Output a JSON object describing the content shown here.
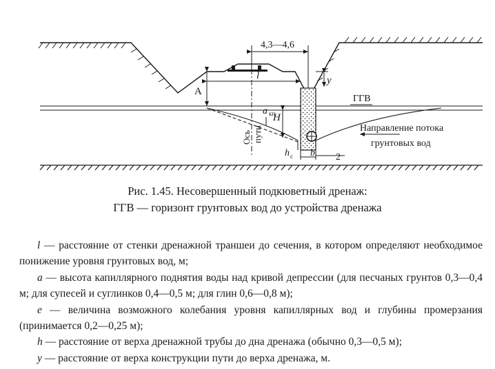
{
  "figure": {
    "dim_top": "4,3—4,6",
    "label_l": "l",
    "label_y": "y",
    "label_A": "A",
    "label_a": "a",
    "label_a_sub": "кп",
    "label_H": "H",
    "axis_word1": "Ось",
    "axis_word2": "пути",
    "label_h": "h",
    "label_h_sub": "c",
    "label_b": "b",
    "label_2": "2",
    "ggv": "ГГВ",
    "flow_line1": "Направление потока",
    "flow_line2": "грунтовых вод"
  },
  "caption": {
    "line1": "Рис. 1.45. Несовершенный подкюветный дренаж:",
    "line2": "ГГВ — горизонт грунтовых вод до устройства дренажа"
  },
  "legend": [
    {
      "symbol": "l",
      "text": " — расстояние от стенки дренажной траншеи до сечения, в котором опре­деляют необходимое понижение уровня грунтовых вод, м;"
    },
    {
      "symbol": "a",
      "text": " — высота капиллярного поднятия воды над кривой депрессии (для песча­ных грунтов 0,3—0,4 м; для супесей и суглинков 0,4—0,5 м; для глин 0,6—0,8 м);"
    },
    {
      "symbol": "e",
      "text": " — величина возможного колебания уровня капиллярных вод и глубины промерзания (принимается 0,2—0,25 м);"
    },
    {
      "symbol": "h",
      "text": " — расстояние от верха дренажной трубы до дна дренажа (обычно 0,3—0,5 м);"
    },
    {
      "symbol": "y",
      "text": " — расстояние от верха конструкции пути до верха дренажа, м."
    }
  ]
}
